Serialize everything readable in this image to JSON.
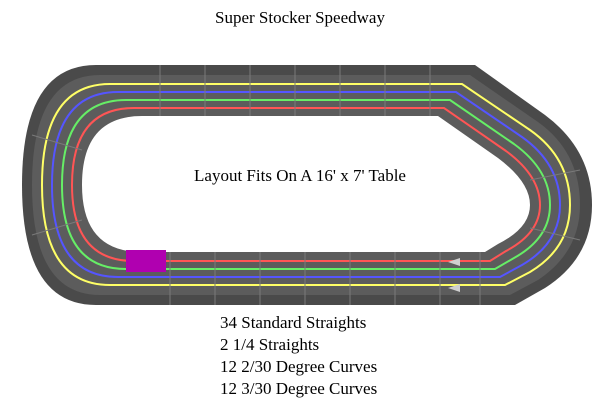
{
  "title": "Super Stocker Speedway",
  "center_text": "Layout Fits On A 16' x 7' Table",
  "parts": [
    "34 Standard Straights",
    "2 1/4 Straights",
    "12 2/30 Degree Curves",
    "12 3/30 Degree Curves"
  ],
  "colors": {
    "track": "#585858",
    "track_dark": "#4a4a4a",
    "lane_1": "#ffff66",
    "lane_2": "#5555ff",
    "lane_3": "#66ee66",
    "lane_4": "#ff5555",
    "start_box": "#b000b0",
    "background": "#ffffff"
  },
  "lanes": [
    "yellow",
    "blue",
    "green",
    "red"
  ],
  "icons": [
    "lap-counter-arrow-icon",
    "lap-counter-arrow-icon"
  ]
}
